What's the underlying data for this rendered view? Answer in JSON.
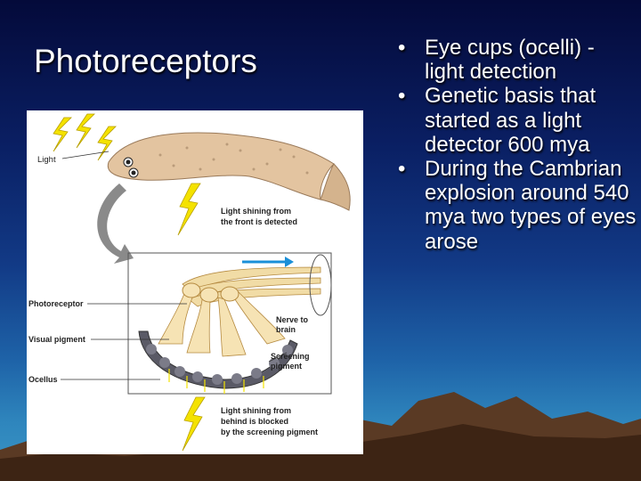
{
  "slide": {
    "title": "Photoreceptors",
    "bullets": [
      "Eye cups (ocelli) - light detection",
      "Genetic basis that started as a light detector 600 mya",
      "During the Cambrian explosion around 540 mya two types of eyes arose"
    ],
    "bullet_glyph": "•"
  },
  "figure": {
    "labels": {
      "light": "Light",
      "front_line1": "Light shining from",
      "front_line2": "the front is detected",
      "photoreceptor": "Photoreceptor",
      "visual_pigment": "Visual pigment",
      "ocellus": "Ocellus",
      "nerve_line1": "Nerve to",
      "nerve_line2": "brain",
      "screening_line1": "Screening",
      "screening_line2": "pigment",
      "behind_line1": "Light shining from",
      "behind_line2": "behind is blocked",
      "behind_line3": "by the screening pigment"
    }
  },
  "colors": {
    "lightning": "#f4e200",
    "flatworm": "#e3c4a0",
    "arrow_blue": "#1a8fd8"
  }
}
